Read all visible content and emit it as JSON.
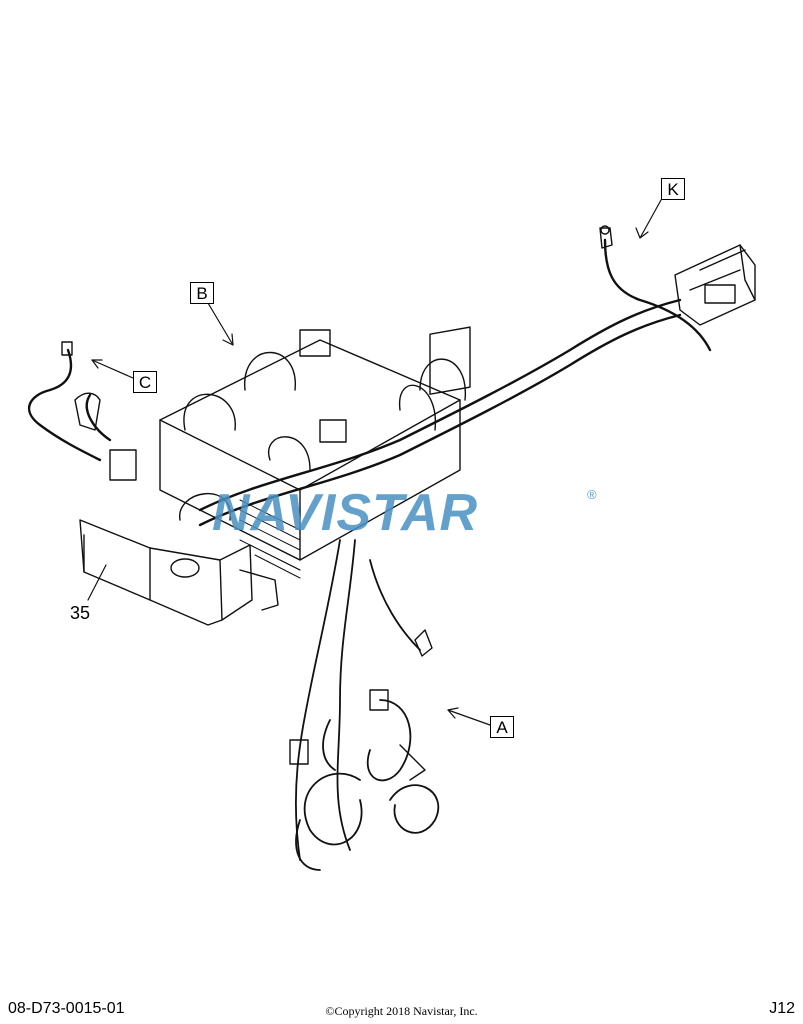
{
  "callouts": {
    "k": "K",
    "b": "B",
    "c": "C",
    "a": "A"
  },
  "item_number": "35",
  "watermark": {
    "brand": "NAVISTAR",
    "mark": "®",
    "color": "#4a90c4"
  },
  "footer": {
    "left": "08-D73-0015-01",
    "center": "©Copyright 2018 Navistar, Inc.",
    "right": "J12"
  }
}
